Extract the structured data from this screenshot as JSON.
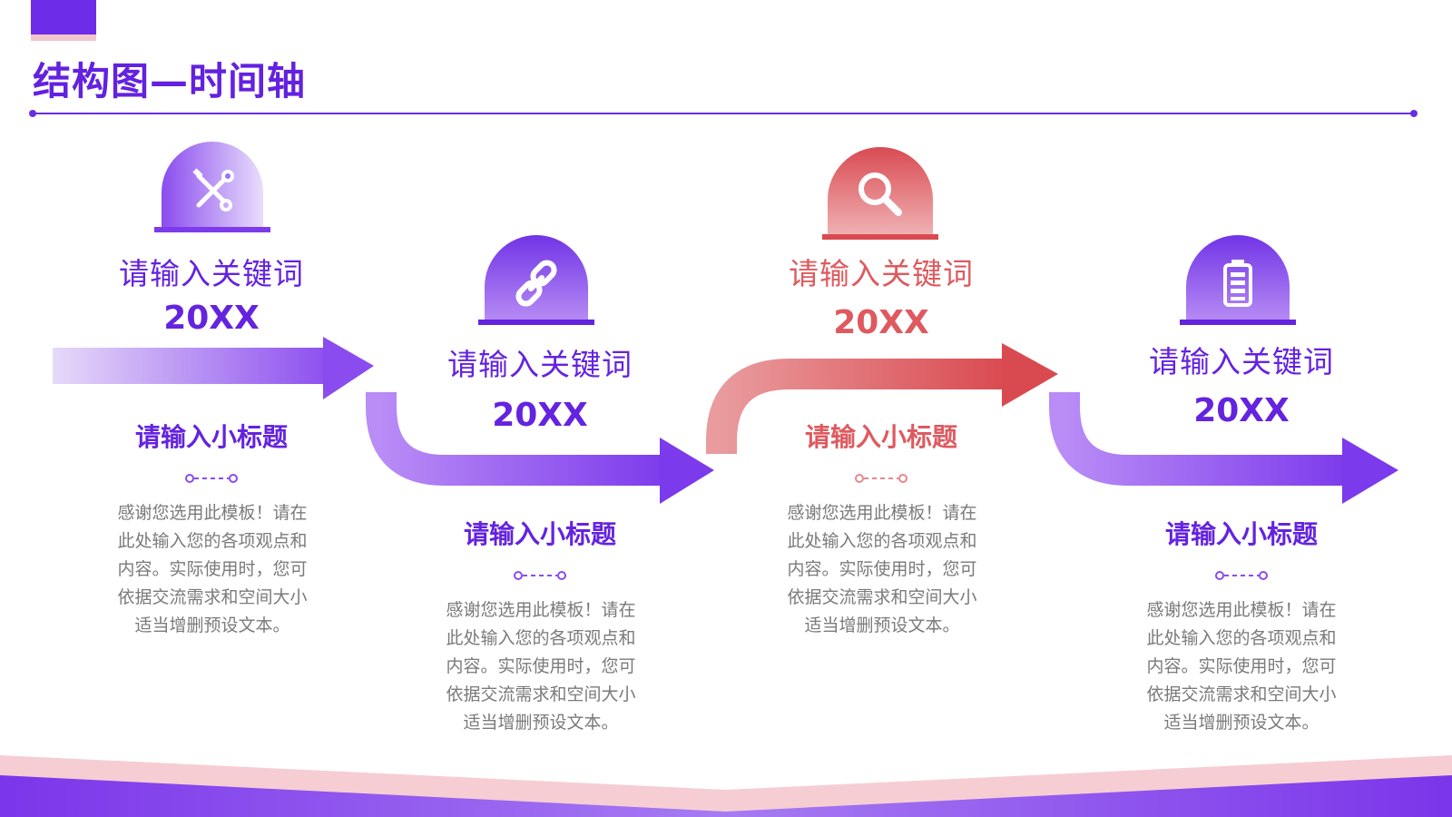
{
  "header": {
    "title": "结构图—时间轴"
  },
  "colors": {
    "purple": "#6423df",
    "purple_light": "#b07cf5",
    "coral": "#de5a5f",
    "coral_light": "#eaa1a3",
    "text_gray": "#7a7a7a"
  },
  "steps": [
    {
      "keyword": "请输入关键词",
      "year": "20XX",
      "subtitle": "请输入小标题",
      "description": [
        "感谢您选用此模板！请在",
        "此处输入您的各项观点和",
        "内容。实际使用时，您可",
        "依据交流需求和空间大小",
        "适当增删预设文本。"
      ],
      "icon": "tools-icon",
      "accent": "purple"
    },
    {
      "keyword": "请输入关键词",
      "year": "20XX",
      "subtitle": "请输入小标题",
      "description": [
        "感谢您选用此模板！请在",
        "此处输入您的各项观点和",
        "内容。实际使用时，您可",
        "依据交流需求和空间大小",
        "适当增删预设文本。"
      ],
      "icon": "link-icon",
      "accent": "purple"
    },
    {
      "keyword": "请输入关键词",
      "year": "20XX",
      "subtitle": "请输入小标题",
      "description": [
        "感谢您选用此模板！请在",
        "此处输入您的各项观点和",
        "内容。实际使用时，您可",
        "依据交流需求和空间大小",
        "适当增删预设文本。"
      ],
      "icon": "search-icon",
      "accent": "coral"
    },
    {
      "keyword": "请输入关键词",
      "year": "20XX",
      "subtitle": "请输入小标题",
      "description": [
        "感谢您选用此模板！请在",
        "此处输入您的各项观点和",
        "内容。实际使用时，您可",
        "依据交流需求和空间大小",
        "适当增删预设文本。"
      ],
      "icon": "battery-icon",
      "accent": "purple"
    }
  ]
}
